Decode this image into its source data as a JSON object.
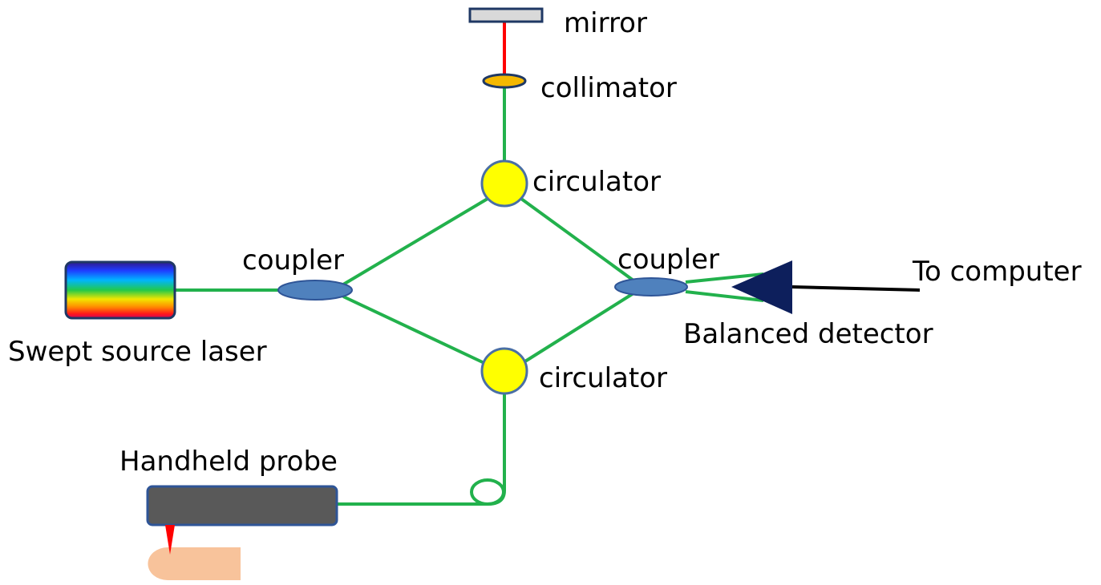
{
  "labels": {
    "mirror": "mirror",
    "collimator": "collimator",
    "circulator_top": "circulator",
    "circulator_bottom": "circulator",
    "coupler_left": "coupler",
    "coupler_right": "coupler",
    "laser": "Swept source laser",
    "detector": "Balanced detector",
    "computer": "To computer",
    "probe": "Handheld probe"
  },
  "colors": {
    "fiber": "#22b14c",
    "beam": "#ff0000",
    "circulator_fill": "#ffff00",
    "circulator_stroke": "#4a6fa5",
    "coupler_fill": "#4f81bd",
    "collimator_fill": "#f5b800",
    "mirror_fill": "#d9d9d9",
    "mirror_stroke": "#1f3864",
    "detector_fill": "#0d1f5c",
    "probe_fill": "#595959",
    "finger_fill": "#f8c39b",
    "laser_gradient": [
      "#2e1a8a",
      "#1f3cff",
      "#00b4ff",
      "#22c94a",
      "#f2e600",
      "#ff8c00",
      "#ff1a1a",
      "#d4005a"
    ]
  }
}
